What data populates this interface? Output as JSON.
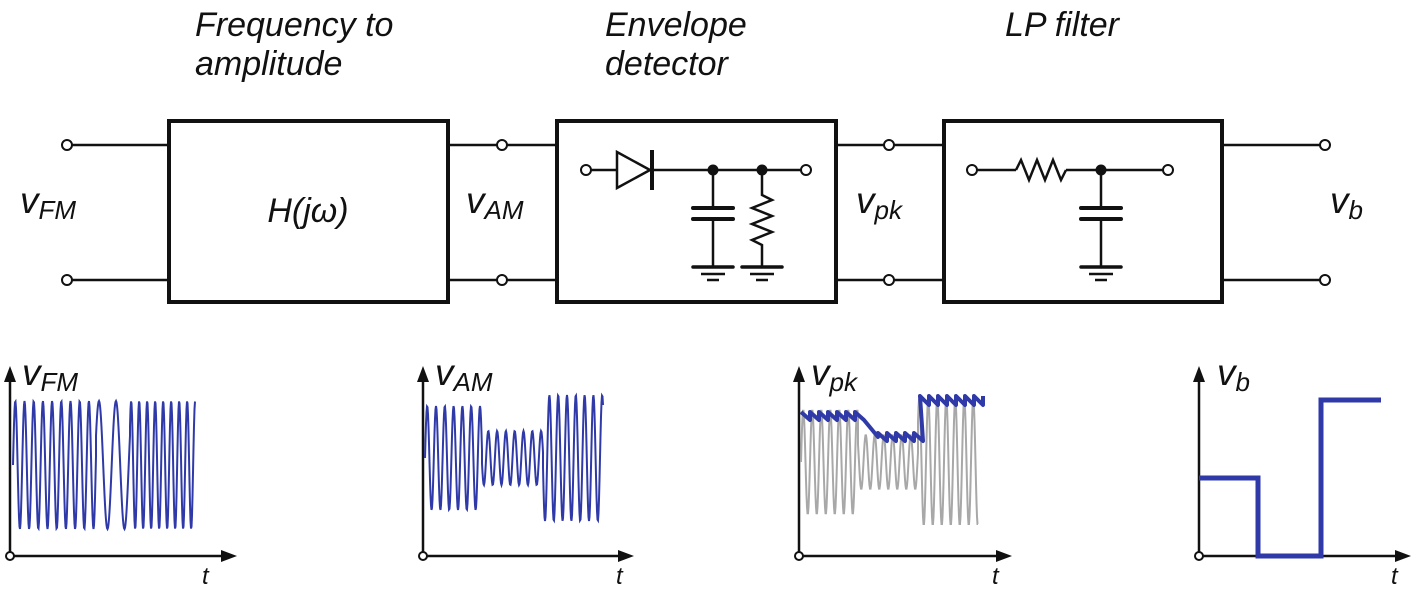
{
  "blocks": {
    "freq_to_amp": {
      "title_line1": "Frequency to",
      "title_line2": "amplitude",
      "label": "H(jω)"
    },
    "envelope": {
      "title_line1": "Envelope",
      "title_line2": "detector"
    },
    "lp_filter": {
      "title": "LP filter"
    }
  },
  "signals": {
    "fm": {
      "main": "v",
      "sub": "FM"
    },
    "am": {
      "main": "v",
      "sub": "AM"
    },
    "pk": {
      "main": "v",
      "sub": "pk"
    },
    "b": {
      "main": "v",
      "sub": "b"
    }
  },
  "plots": {
    "time_label": "t"
  },
  "colors": {
    "trace": "#2f3aa8",
    "raw_trace": "#a8a8a8",
    "line": "#111111"
  }
}
